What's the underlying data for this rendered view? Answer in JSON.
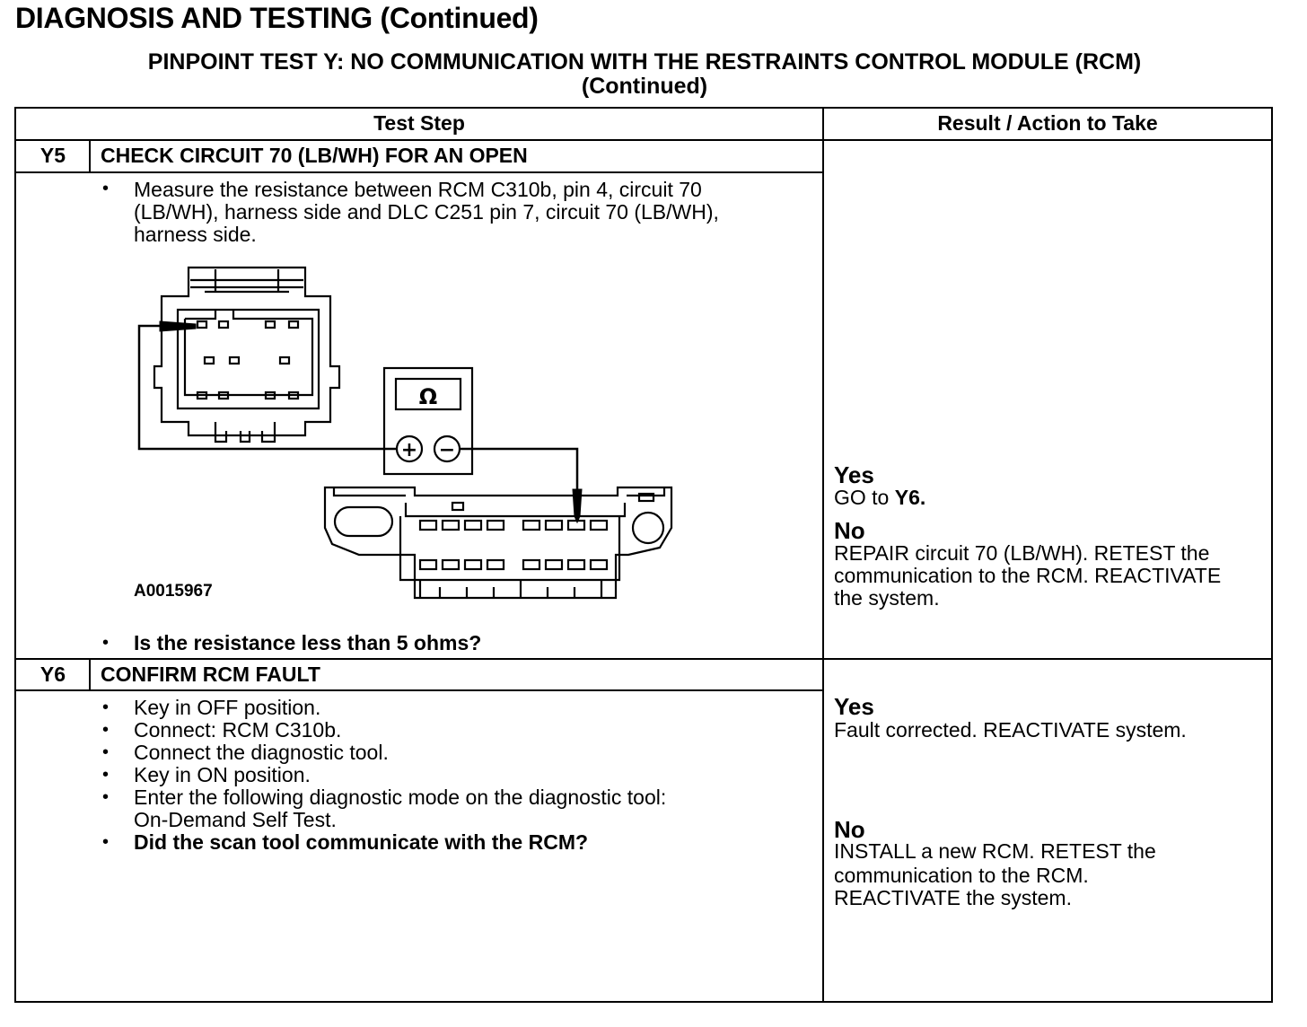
{
  "header": {
    "title": "DIAGNOSIS AND TESTING (Continued)",
    "subtitle_line1": "PINPOINT TEST  Y: NO COMMUNICATION WITH THE RESTRAINTS CONTROL MODULE (RCM)",
    "subtitle_line2": "(Continued)"
  },
  "table": {
    "col_test_step": "Test Step",
    "col_result": "Result / Action to Take"
  },
  "y5": {
    "number": "Y5",
    "title": "CHECK CIRCUIT 70 (LB/WH) FOR AN OPEN",
    "bullet": "•",
    "instruction_lines": [
      "Measure the resistance between RCM C310b, pin 4, circuit 70",
      "(LB/WH), harness side and DLC C251 pin 7, circuit 70 (LB/WH),",
      "harness side."
    ],
    "question": "Is the resistance less than 5 ohms?",
    "figure_id": "A0015967",
    "meter_symbol": "Ω",
    "plus": "+",
    "minus": "−",
    "result": {
      "yes_label": "Yes",
      "yes_text_prefix": "GO to ",
      "yes_text_target": "Y6.",
      "no_label": "No",
      "no_lines": [
        "REPAIR circuit 70 (LB/WH). RETEST the",
        "communication to the RCM. REACTIVATE",
        "the system."
      ]
    }
  },
  "y6": {
    "number": "Y6",
    "title": "CONFIRM RCM FAULT",
    "steps": [
      "Key in OFF position.",
      "Connect: RCM C310b.",
      "Connect the diagnostic tool.",
      "Key in ON position.",
      "Enter the following diagnostic mode on the diagnostic tool:"
    ],
    "step_continuation": "On-Demand Self Test.",
    "question": "Did the scan tool communicate with the RCM?",
    "result": {
      "yes_label": "Yes",
      "yes_text": "Fault corrected. REACTIVATE system.",
      "no_label": "No",
      "no_lines": [
        "INSTALL a new RCM. RETEST the",
        "communication to the RCM.",
        "REACTIVATE the system."
      ]
    }
  }
}
